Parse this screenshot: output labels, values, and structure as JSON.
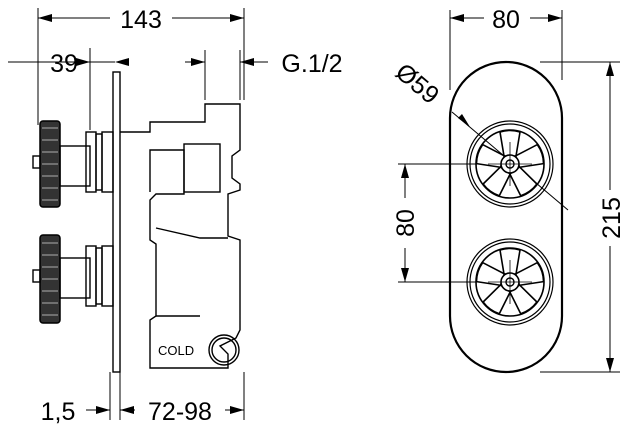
{
  "dimensions": {
    "overall_depth": "143",
    "front_offset": "39",
    "thread": "G.1/2",
    "plate_thickness": "1,5",
    "wall_depth": "72-98",
    "plate_width": "80",
    "knob_diameter": "Ø59",
    "center_distance": "80",
    "plate_height": "215"
  },
  "labels": {
    "cold": "COLD"
  }
}
